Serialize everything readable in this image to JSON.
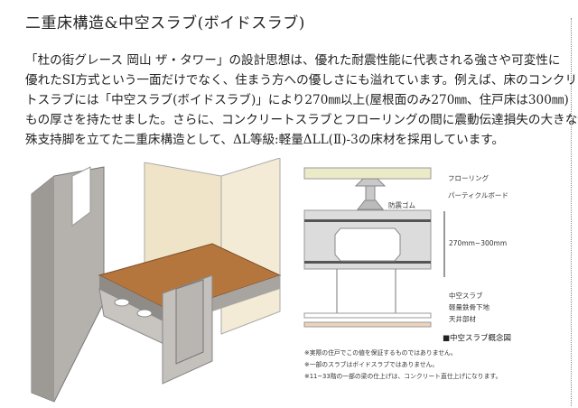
{
  "title": "二重床構造&中空スラブ(ボイドスラブ)",
  "paragraph": [
    "「杜の街グレース 岡山 ザ・タワー」の設計思想は、優れた耐震性能に代表される強さや可変性に",
    "優れたSI方式という一面だけでなく、住まう方への優しさにも溢れています。例えば、床のコンクリー",
    "トスラブには「中空スラブ(ボイドスラブ)」により270㎜以上(屋根面のみ270㎜、住戸床は300㎜)",
    "もの厚さを持たせました。さらに、コンクリートスラブとフローリングの間に震動伝達損失の大きな特",
    "殊支持脚を立てた二重床構造として、ΔL等級:軽量ΔLL(Ⅱ)-3の床材を採用しています。"
  ],
  "diagram": {
    "labels": {
      "flooring": "フローリング",
      "particle_board": "パーティクルボード",
      "rubber": "防震ゴム",
      "thickness": "270mm~300mm",
      "void_slab": "中空スラブ",
      "steel_frame": "軽量鉄骨下地",
      "ceiling": "天井部材"
    },
    "caption": "■中空スラブ概念図",
    "notes": [
      "※実際の住戸でこの値を保証するものではありません。",
      "※一部のスラブはボイドスラブではありません。",
      "※11~33階の一部の梁の仕上げは、コンクリート直仕上げになります。"
    ]
  }
}
